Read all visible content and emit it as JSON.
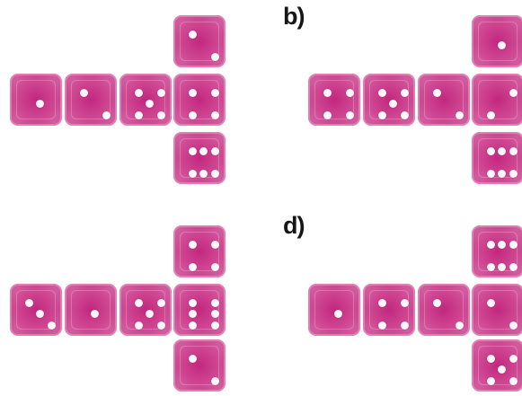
{
  "labels": {
    "b": "b)",
    "d": "d)"
  },
  "pip_color": "#fdf6fa",
  "die_color": "#c2277e",
  "nets": [
    {
      "id": "a",
      "faces": [
        1,
        2,
        5,
        4,
        2,
        6
      ],
      "face_rotations": [
        0,
        0,
        0,
        0,
        0,
        90
      ]
    },
    {
      "id": "b",
      "faces": [
        4,
        5,
        2,
        2,
        1,
        6
      ],
      "face_rotations": [
        0,
        0,
        0,
        90,
        0,
        90
      ]
    },
    {
      "id": "c",
      "faces": [
        3,
        1,
        5,
        6,
        4,
        2
      ],
      "face_rotations": [
        0,
        0,
        0,
        0,
        0,
        0
      ]
    },
    {
      "id": "d",
      "faces": [
        1,
        4,
        2,
        2,
        6,
        5
      ],
      "face_rotations": [
        0,
        0,
        0,
        0,
        90,
        0
      ]
    }
  ]
}
